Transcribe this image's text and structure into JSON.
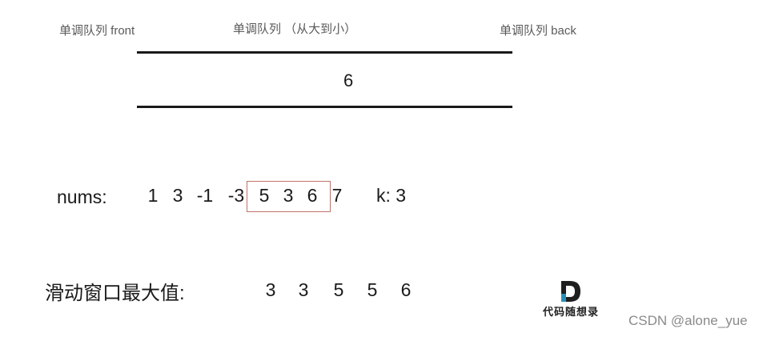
{
  "queue": {
    "front_label": "单调队列 front",
    "title_label": "单调队列 （从大到小）",
    "back_label": "单调队列 back",
    "contents": [
      "6"
    ]
  },
  "nums": {
    "label": "nums:",
    "values": [
      "1",
      "3",
      "-1",
      "-3",
      "5",
      "3",
      "6",
      "7"
    ],
    "k_label": "k: 3",
    "window_start_index": 4,
    "window_size": 3
  },
  "result": {
    "label": "滑动窗口最大值:",
    "values": [
      "3",
      "3",
      "5",
      "5",
      "6"
    ]
  },
  "logo": {
    "letter": "D",
    "text": "代码随想录"
  },
  "watermark": "CSDN @alone_yue",
  "colors": {
    "window_border": "#c0726a",
    "logo_accent": "#2a8fb8"
  }
}
